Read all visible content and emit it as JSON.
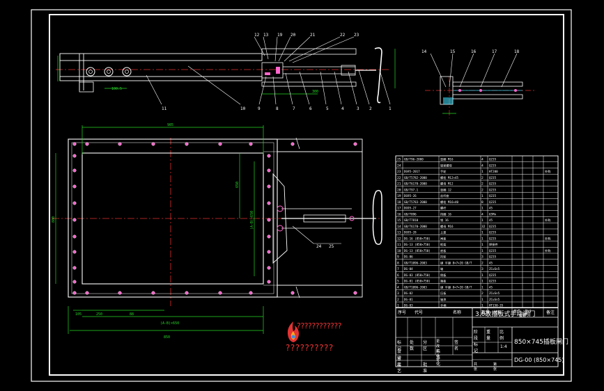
{
  "colors": {
    "background": "#000000",
    "border": "#ffffff",
    "outline": "#ffffff",
    "centerline": "#e03030",
    "dimension": "#26d926",
    "bolt": "#ff66cc",
    "hatch": "#3cd6f0",
    "watermark": "#e33333"
  },
  "drawing": {
    "top_callouts": [
      "12",
      "13",
      "19",
      "20",
      "21",
      "22",
      "23"
    ],
    "bottom_callouts": [
      "11",
      "10",
      "9",
      "8",
      "7",
      "6",
      "5",
      "4",
      "3",
      "2",
      "1"
    ],
    "detail_callouts": [
      "14",
      "15",
      "16",
      "17",
      "18"
    ],
    "section_callouts": [
      "24",
      "25"
    ],
    "dimensions": {
      "overall_width": "985",
      "inner_width": "(A-B)×650",
      "opening_height": "650",
      "side_height": "880",
      "bottom_width": "850",
      "bottom_left": "88",
      "bottom_spacing": "250",
      "left_offset": "105"
    }
  },
  "parts_list": {
    "rows": [
      {
        "no": "25",
        "code": "GB/T96-2000",
        "name": "垫圈 M16",
        "qty": "4",
        "material": "Q235",
        "note": ""
      },
      {
        "no": "24",
        "code": "",
        "name": "锁紧螺母",
        "qty": "4",
        "material": "Q235",
        "note": ""
      },
      {
        "no": "23",
        "code": "DG95-2017",
        "name": "手轮",
        "qty": "1",
        "material": "HT200",
        "note": "外购"
      },
      {
        "no": "22",
        "code": "GB/T5782-2000",
        "name": "螺栓 M12×45",
        "qty": "2",
        "material": "Q235",
        "note": ""
      },
      {
        "no": "21",
        "code": "GB/T6170-2000",
        "name": "螺母 M12",
        "qty": "2",
        "material": "Q235",
        "note": ""
      },
      {
        "no": "20",
        "code": "GB/T97.1",
        "name": "垫圈 12",
        "qty": "2",
        "material": "Q235",
        "note": ""
      },
      {
        "no": "19",
        "code": "DG95-26",
        "name": "丝杆座",
        "qty": "1",
        "material": "Q235",
        "note": ""
      },
      {
        "no": "18",
        "code": "GB/T5783-2000",
        "name": "螺栓 M16×40",
        "qty": "8",
        "material": "Q235",
        "note": ""
      },
      {
        "no": "17",
        "code": "DG95-27",
        "name": "螺杆",
        "qty": "1",
        "material": "45",
        "note": ""
      },
      {
        "no": "16",
        "code": "GB/T896",
        "name": "挡圈 16",
        "qty": "4",
        "material": "65Mn",
        "note": ""
      },
      {
        "no": "15",
        "code": "GB/T7810",
        "name": "销 16",
        "qty": "1",
        "material": "45",
        "note": "外购"
      },
      {
        "no": "14",
        "code": "GB/T6170-2000",
        "name": "螺母 M16",
        "qty": "32",
        "material": "Q235",
        "note": ""
      },
      {
        "no": "13",
        "code": "DG95-28",
        "name": "上盖",
        "qty": "1",
        "material": "Q235",
        "note": ""
      },
      {
        "no": "12",
        "code": "DG-16 (850×750)",
        "name": "闸板",
        "qty": "1",
        "material": "Q235",
        "note": "外购"
      },
      {
        "no": "11",
        "code": "DG-13 (850×750)",
        "name": "框架",
        "qty": "1",
        "material": "焊接件",
        "note": ""
      },
      {
        "no": "10",
        "code": "DG-13 (850×750)",
        "name": "底板",
        "qty": "1",
        "material": "Q235",
        "note": "外购"
      },
      {
        "no": "9",
        "code": "DG-06",
        "name": "托轮",
        "qty": "3",
        "material": "Q235",
        "note": ""
      },
      {
        "no": "8",
        "code": "GB/T1096-2003",
        "name": "键 平键 8×7×20 GB/T",
        "qty": "2",
        "material": "45",
        "note": ""
      },
      {
        "no": "7",
        "code": "DG-04",
        "name": "轴",
        "qty": "3",
        "material": "ZCuSn5",
        "note": ""
      },
      {
        "no": "6",
        "code": "DG-03 (850×750)",
        "name": "侧板",
        "qty": "1",
        "material": "Q235",
        "note": ""
      },
      {
        "no": "5",
        "code": "DG-01 (850×750)",
        "name": "端板",
        "qty": "1",
        "material": "Q235",
        "note": ""
      },
      {
        "no": "4",
        "code": "GB/T1096-2003",
        "name": "键 平键 8×7×20 GB/T",
        "qty": "1",
        "material": "45",
        "note": ""
      },
      {
        "no": "3",
        "code": "DG-02",
        "name": "压板",
        "qty": "2",
        "material": "ZCuSn5",
        "note": ""
      },
      {
        "no": "2",
        "code": "DG-01",
        "name": "轴承",
        "qty": "1",
        "material": "ZCuSn5",
        "note": ""
      },
      {
        "no": "1",
        "code": "DG-03",
        "name": "手柄",
        "qty": "1",
        "material": "HT150-35",
        "note": ""
      }
    ],
    "header": {
      "no": "序号",
      "code": "代号",
      "name": "名称",
      "qty": "数量",
      "material": "材料",
      "unit_w": "单件",
      "total_w": "总计",
      "weight": "重量",
      "note": "备注"
    }
  },
  "title_block": {
    "project": "3.6改插板式手动闸门",
    "product_name": "850×745插板闸门",
    "drawing_no": "DG-00 (850×745)",
    "labels": {
      "mark": "标记",
      "count": "处数",
      "zone": "分区",
      "change_doc": "更改文件号",
      "sign": "签名",
      "date": "年月日",
      "design": "设计",
      "standardize": "标准化",
      "review": "审核",
      "process": "工艺",
      "approve": "批准",
      "stage_mark": "阶段标记",
      "weight": "重量",
      "scale": "比例",
      "scale_value": "1:4",
      "sheet_total": "共 张",
      "sheet": "第 张"
    }
  },
  "watermark": {
    "line1": "????????????",
    "line2": "??????????"
  }
}
